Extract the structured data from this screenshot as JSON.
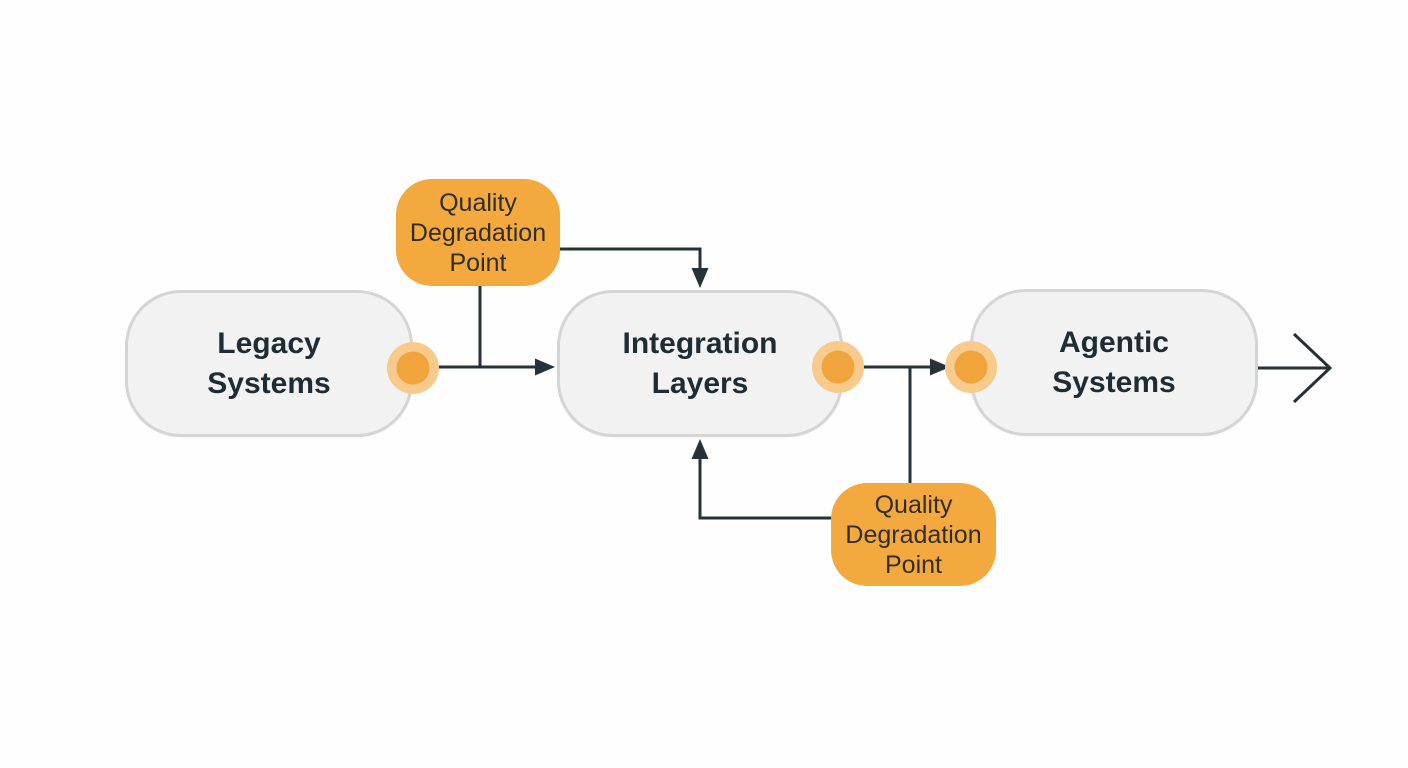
{
  "diagram": {
    "nodes": [
      {
        "id": "legacy-systems",
        "label": "Legacy\nSystems"
      },
      {
        "id": "integration-layers",
        "label": "Integration\nLayers"
      },
      {
        "id": "agentic-systems",
        "label": "Agentic\nSystems"
      }
    ],
    "callouts": [
      {
        "id": "quality-degradation-point-top",
        "label": "Quality\nDegradation\nPoint"
      },
      {
        "id": "quality-degradation-point-bottom",
        "label": "Quality\nDegradation\nPoint"
      }
    ],
    "edges": [
      {
        "from": "legacy-systems",
        "to": "integration-layers",
        "style": "arrow"
      },
      {
        "from": "quality-degradation-point-top",
        "to": "legacy-integration-flow",
        "style": "line"
      },
      {
        "from": "quality-degradation-point-top",
        "to": "integration-layers",
        "style": "arrow-into-top"
      },
      {
        "from": "integration-layers",
        "to": "agentic-systems",
        "style": "arrow"
      },
      {
        "from": "integration-agentic-flow",
        "to": "quality-degradation-point-bottom",
        "style": "line"
      },
      {
        "from": "quality-degradation-point-bottom",
        "to": "integration-layers",
        "style": "arrow-into-bottom"
      },
      {
        "from": "agentic-systems",
        "to": "output",
        "style": "open-arrow"
      }
    ],
    "degradation_dots": [
      {
        "at": "legacy-systems-output"
      },
      {
        "at": "integration-layers-output"
      },
      {
        "at": "agentic-systems-input"
      }
    ],
    "colors": {
      "background": "#fefefe",
      "node_fill": "#f2f2f3",
      "node_border": "#d4d5d6",
      "node_text": "#1f2c33",
      "callout_fill": "#f3a93d",
      "callout_text": "#2f2e21",
      "connector": "#263238",
      "dot_core": "#f2a43c",
      "dot_halo": "#f8cb8c"
    }
  }
}
